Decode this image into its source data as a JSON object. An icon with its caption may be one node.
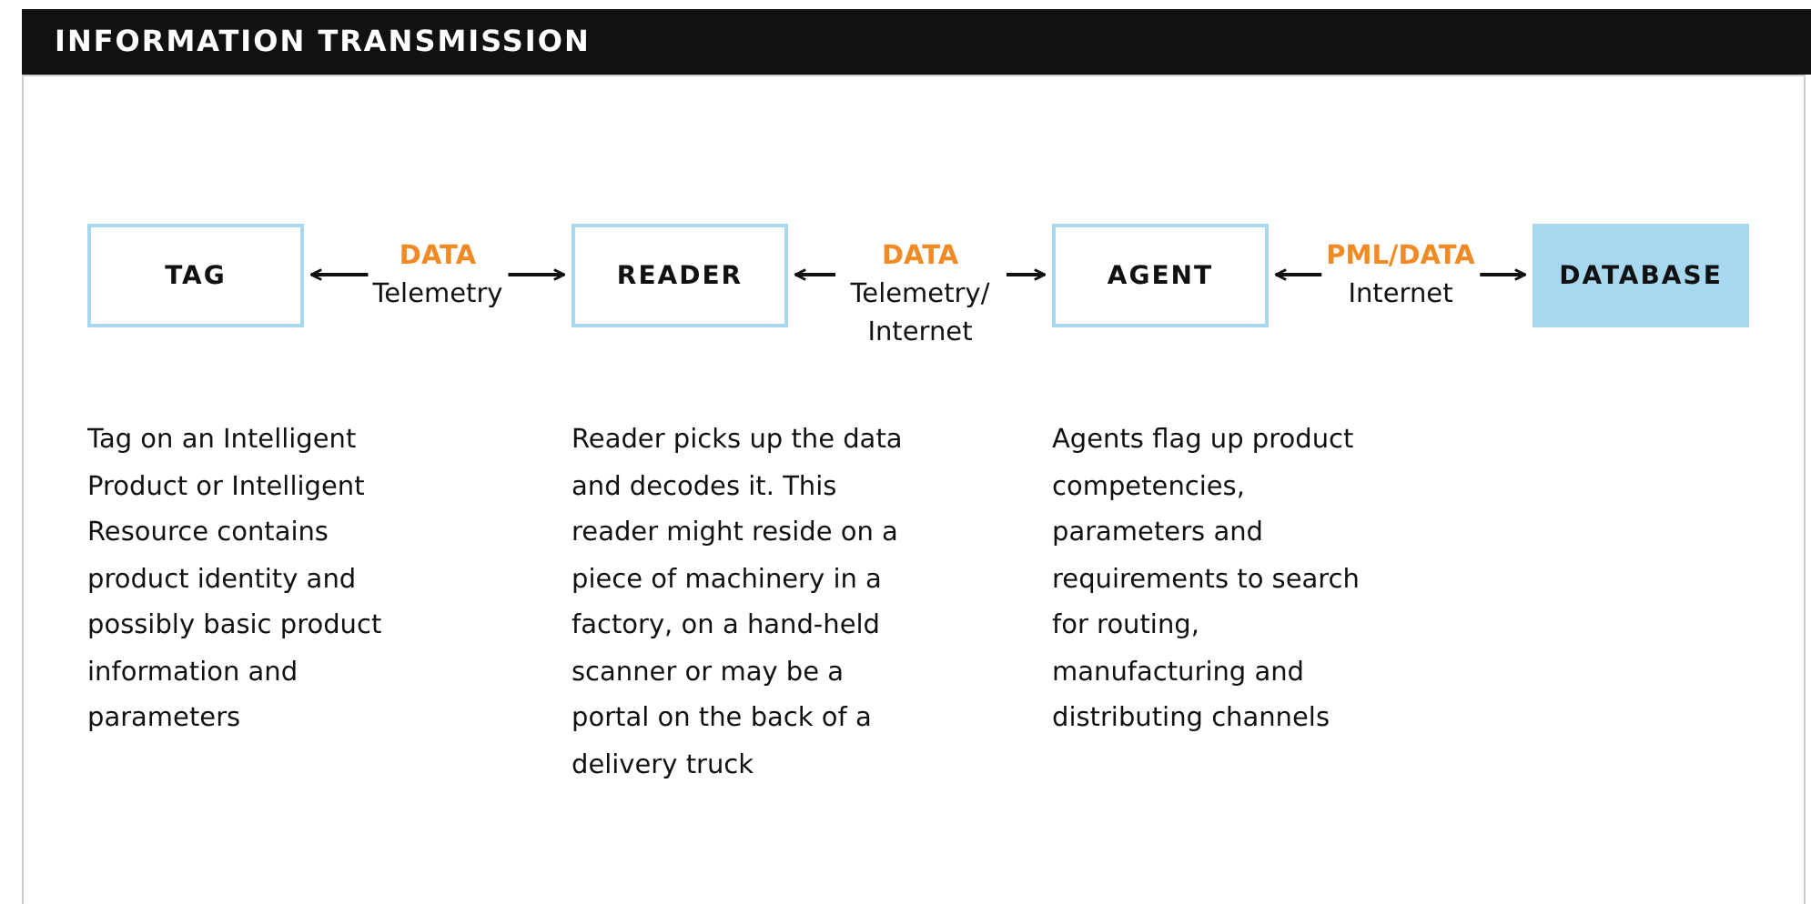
{
  "diagram": {
    "title": "INFORMATION TRANSMISSION",
    "nodes": [
      {
        "text": [
          "TAG"
        ],
        "beside": [
          "Tag on an Intelligent Product or Intelligent Resource contains product identity and possibly basic product information and parameters"
        ]
      },
      {
        "text": [
          "READER"
        ],
        "beside": [
          "Reader picks up the data and decodes it. This reader might reside on a piece of machinery in a factory, on a hand-held scanner or may be a portal on the back of a delivery truck"
        ]
      },
      {
        "text": [
          "AGENT"
        ],
        "beside": [
          "Agents flag up product competencies, parameters and requirements to search for routing, manufacturing and distributing channels"
        ]
      },
      {
        "text": [
          "DATABASE"
        ]
      }
    ],
    "edges": [
      {
        "from": 0,
        "to": 1,
        "arrow": "both",
        "label": "DATA Telemetry"
      },
      {
        "from": 1,
        "to": 2,
        "arrow": "both",
        "label": "DATA Telemetry/ Internet"
      },
      {
        "from": 2,
        "to": 3,
        "arrow": "both",
        "label": "PML/DATA Internet"
      }
    ]
  }
}
